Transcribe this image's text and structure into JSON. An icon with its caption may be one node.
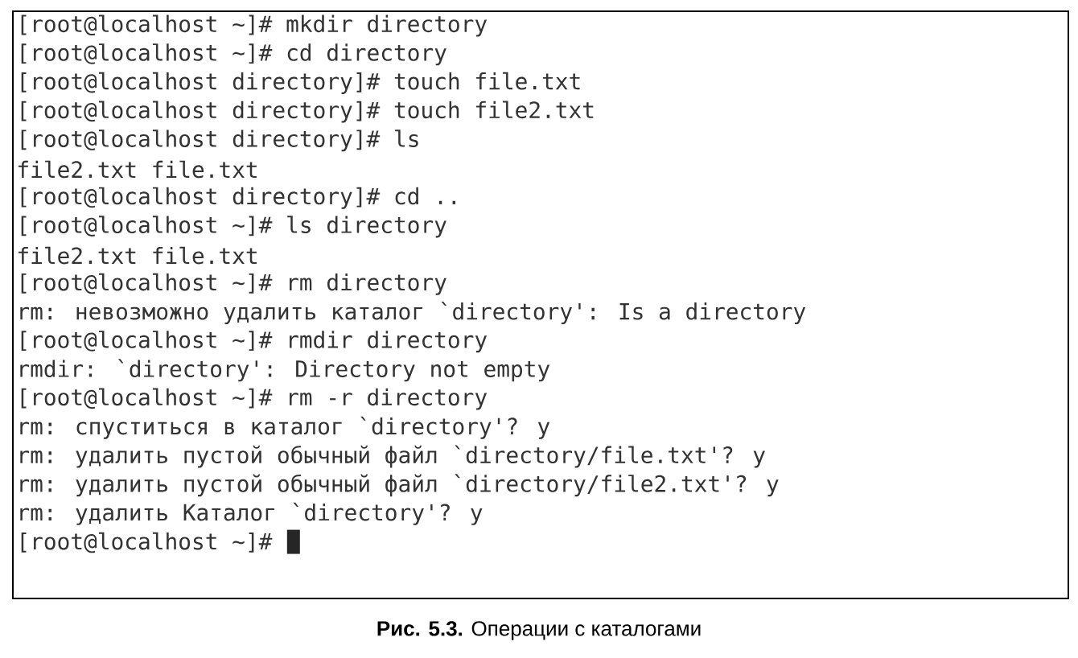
{
  "diagram": {
    "caption": "**Рис. 5.3.** Операции с каталогами",
    "labels": [
      "[root@localhost ~]# mkdir directory",
      "[root@localhost ~]# cd directory",
      "[root@localhost directory]# touch file.txt",
      "[root@localhost directory]# touch file2.txt",
      "[root@localhost directory]# ls",
      "file2.txt file.txt",
      "[root@localhost directory]# cd ..",
      "[root@localhost ~]# ls directory",
      "file2.txt file.txt",
      "[root@localhost ~]# rm directory",
      "rm: невозможно удалить каталог `directory': Is a directory",
      "[root@localhost ~]# rmdir directory",
      "rmdir: `directory': Directory not empty",
      "[root@localhost ~]# rm -r directory",
      "rm: спуститься в каталог `directory'? y",
      "rm: удалить пустой обычный файл `directory/file.txt'? y",
      "rm: удалить пустой обычный файл `directory/file2.txt'? y",
      "rm: удалить Каталог `directory'? y",
      "[root@localhost ~]#"
    ]
  }
}
